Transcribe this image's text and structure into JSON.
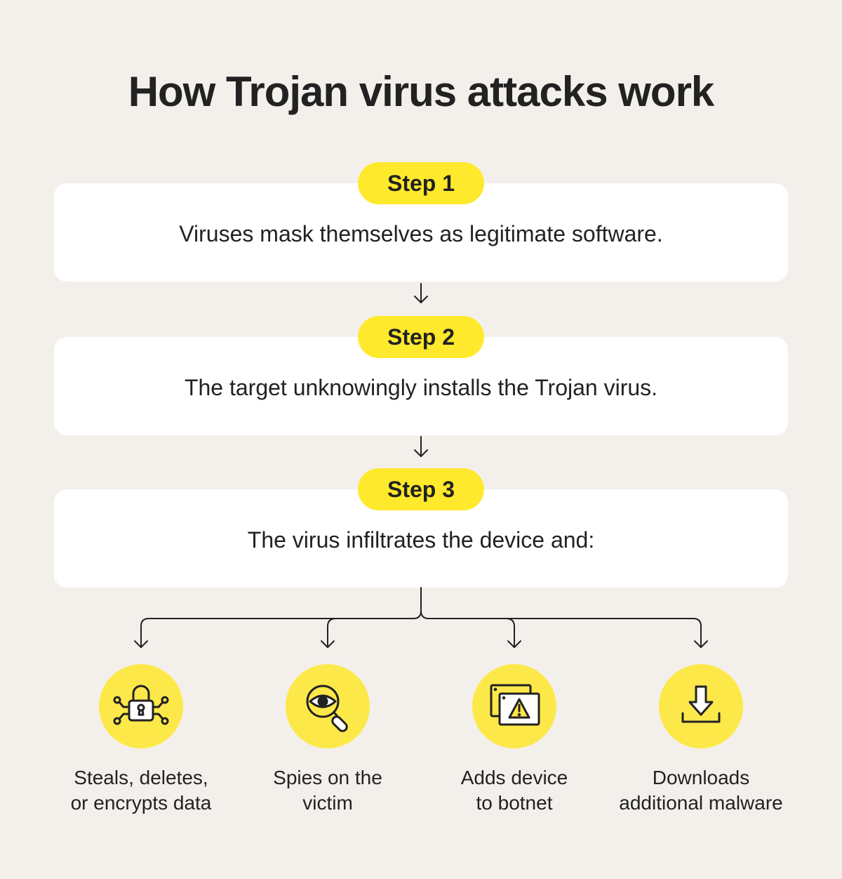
{
  "title": "How Trojan virus attacks work",
  "colors": {
    "background": "#f3f0ec",
    "card": "#ffffff",
    "accent_yellow": "#ffe92c",
    "icon_circle": "#fde84a",
    "text": "#222222"
  },
  "steps": [
    {
      "label": "Step 1",
      "text": "Viruses mask themselves as legitimate software."
    },
    {
      "label": "Step 2",
      "text": "The target unknowingly installs the Trojan virus."
    },
    {
      "label": "Step 3",
      "text": "The virus infiltrates the device and:"
    }
  ],
  "outcomes": [
    {
      "icon": "padlock-network-icon",
      "line1": "Steals, deletes,",
      "line2": "or encrypts data"
    },
    {
      "icon": "magnifier-eye-icon",
      "line1": "Spies on the",
      "line2": "victim"
    },
    {
      "icon": "windows-warning-icon",
      "line1": "Adds device",
      "line2": "to botnet"
    },
    {
      "icon": "download-icon",
      "line1": "Downloads",
      "line2": "additional malware"
    }
  ]
}
